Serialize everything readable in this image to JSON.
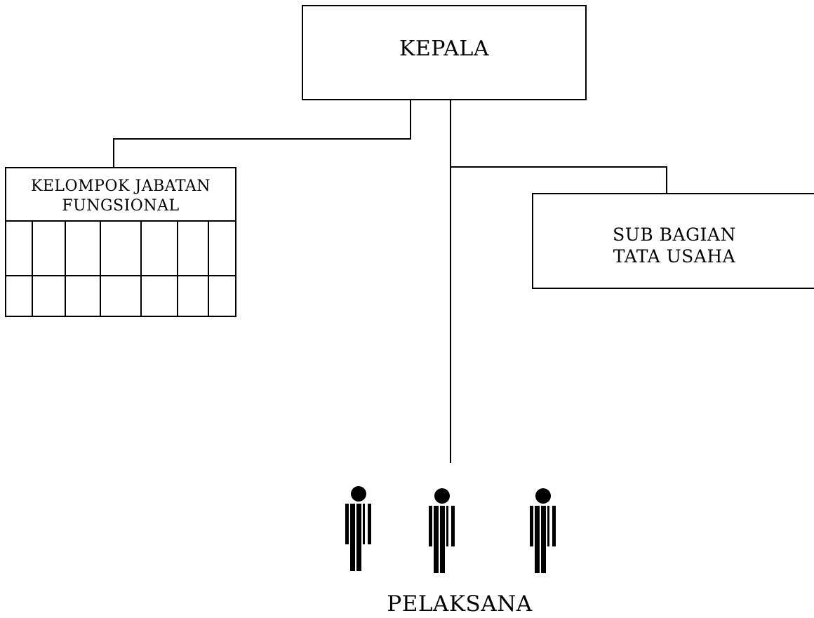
{
  "nodes": {
    "head": {
      "label": "KEPALA"
    },
    "functional_group": {
      "label_line1": "KELOMPOK JABATAN",
      "label_line2": "FUNGSIONAL"
    },
    "admin_subsection": {
      "label_line1": "SUB BAGIAN",
      "label_line2": "TATA USAHA"
    },
    "executors": {
      "label": "PELAKSANA"
    }
  },
  "icons": {
    "executor_figure": "person-icon",
    "executor_count": 3
  },
  "colors": {
    "line": "#000000",
    "background": "#ffffff"
  }
}
